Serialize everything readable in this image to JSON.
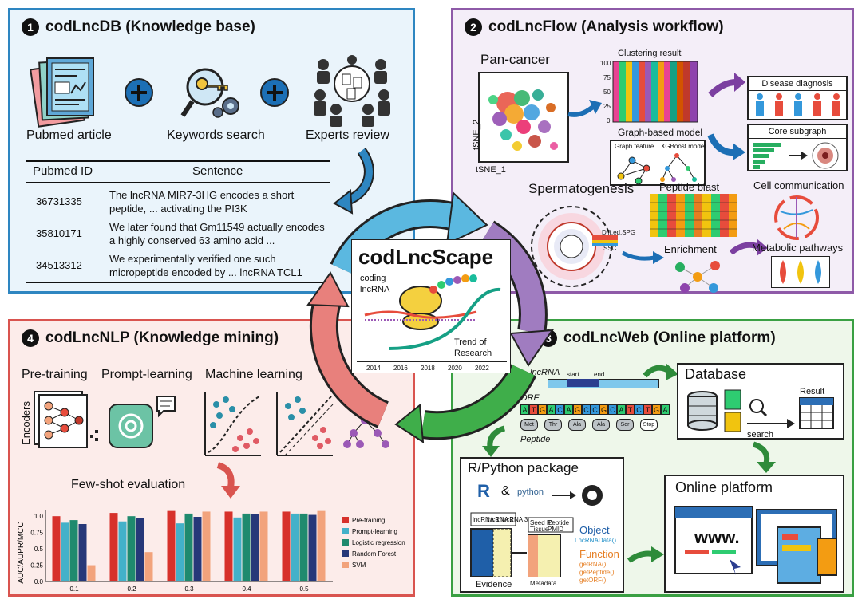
{
  "panel1": {
    "number": "1",
    "title": "codLncDB (Knowledge base)",
    "icons": [
      {
        "name": "article-icon",
        "label": "Pubmed article"
      },
      {
        "name": "key-search-icon",
        "label": "Keywords search"
      },
      {
        "name": "experts-icon",
        "label": "Experts review"
      }
    ],
    "plus": "+",
    "table": {
      "headers": [
        "Pubmed ID",
        "Sentence"
      ],
      "rows": [
        {
          "id": "36731335",
          "line1": "The lncRNA MIR7-3HG encodes a short",
          "line2": "peptide, ... activating the PI3K"
        },
        {
          "id": "35810171",
          "line1": "We later found that Gm11549 actually encodes",
          "line2": "a highly conserved 63 amino acid ..."
        },
        {
          "id": "34513312",
          "line1": "We experimentally verified one such",
          "line2": "micropeptide encoded by ... lncRNA TCL1"
        }
      ]
    }
  },
  "panel2": {
    "number": "2",
    "title": "codLncFlow (Analysis workflow)",
    "pancancer": "Pan-cancer",
    "tsne_x": "tSNE_1",
    "tsne_y": "tSNE_2",
    "clustering": "Clustering result",
    "clustering_ticks": [
      "100",
      "75",
      "50",
      "25",
      "0"
    ],
    "graph_model": "Graph-based model",
    "graph_feature": "Graph feature",
    "xgboost": "XGBoost model",
    "disease": "Disease diagnosis",
    "core": "Core subgraph",
    "spermatogenesis": "Spermatogenesis",
    "diffed": "Diff.ed.SPG",
    "ssc": "SSC",
    "peptide_blast": "Peptide blast",
    "enrichment": "Enrichment",
    "cell_comm": "Cell communication",
    "metabolic": "Metabolic pathways"
  },
  "center": {
    "title": "codLncScape",
    "coding": "coding",
    "lncrna": "lncRNA",
    "trend1": "Trend of",
    "trend2": "Research",
    "years": [
      "2014",
      "2016",
      "2018",
      "2020",
      "2022"
    ]
  },
  "panel3": {
    "number": "3",
    "title": "codLncWeb (Online platform)",
    "lncrna": "lncRNA",
    "start": "start",
    "end": "end",
    "orf": "ORF",
    "peptide": "Peptide",
    "seq": [
      "A",
      "T",
      "G",
      "A",
      "C",
      "A",
      "G",
      "C",
      "C",
      "G",
      "C",
      "A",
      "T",
      "C",
      "T",
      "G",
      "A"
    ],
    "aa": [
      "Met",
      "Thr",
      "Ala",
      "Ala",
      "Ser",
      "Stop"
    ],
    "database": "Database",
    "search": "search",
    "result": "Result",
    "package": "R/Python package",
    "r": "R",
    "amp": "&",
    "python": "python",
    "object": "Object",
    "object_fn": "LncRNAData()",
    "function": "Function",
    "functions": [
      "getRNA()",
      "getPeptide()",
      "getORF()"
    ],
    "evidence": "Evidence",
    "metadata": "Metadata",
    "online": "Online platform",
    "www": "www.",
    "lnc_tabs": [
      "lncRNA 1",
      "lncRNA 2",
      "lncRNA 3"
    ],
    "meta_tabs": [
      "Seed ID",
      "Peptide",
      "Tissue",
      "PMID"
    ]
  },
  "panel4": {
    "number": "4",
    "title": "codLncNLP (Knowledge mining)",
    "pretraining": "Pre-training",
    "prompt": "Prompt-learning",
    "ml": "Machine learning",
    "encoders": "Encoders",
    "fewshot": "Few-shot evaluation"
  },
  "colors": {
    "p1": "#2e86c1",
    "p2": "#8e5aa8",
    "p3": "#3aa043",
    "p4": "#d9544f"
  },
  "chart_data": {
    "type": "bar",
    "ylabel": "AUC/AUPR/MCC",
    "categories": [
      "0.1",
      "0.2",
      "0.3",
      "0.4",
      "0.5"
    ],
    "ylim": [
      0,
      1.1
    ],
    "yticks": [
      "0.0",
      "0.25",
      "0.5",
      "0.75",
      "1.0"
    ],
    "legend_position": "right",
    "series": [
      {
        "name": "Pre-training",
        "color": "#d7312b",
        "values": [
          1.0,
          1.05,
          1.08,
          1.07,
          1.07
        ]
      },
      {
        "name": "Prompt-learning",
        "color": "#43b1c9",
        "values": [
          0.9,
          0.92,
          0.89,
          0.98,
          1.04
        ]
      },
      {
        "name": "Logistic regression",
        "color": "#1f8a6e",
        "values": [
          0.94,
          1.0,
          1.04,
          1.04,
          1.04
        ]
      },
      {
        "name": "Random Forest",
        "color": "#263879",
        "values": [
          0.88,
          0.97,
          0.99,
          1.03,
          1.02
        ]
      },
      {
        "name": "SVM",
        "color": "#f2a37c",
        "values": [
          0.25,
          0.45,
          1.07,
          1.07,
          1.08
        ]
      }
    ]
  }
}
